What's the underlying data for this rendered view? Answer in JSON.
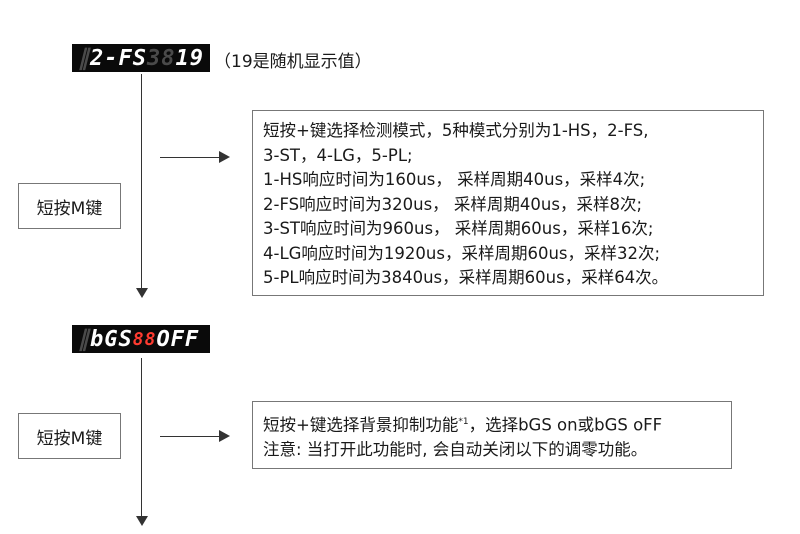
{
  "display1": {
    "segments": [
      {
        "text": "2-FS",
        "style": "on"
      },
      {
        "text": "38",
        "style": "dim"
      },
      {
        "text": "19",
        "style": "on"
      }
    ]
  },
  "display1_note": "（19是随机显示值）",
  "display2": {
    "segments": [
      {
        "text": "bGS",
        "style": "on"
      },
      {
        "text": "88",
        "style": "red"
      },
      {
        "text": "OFF",
        "style": "on"
      }
    ]
  },
  "button1_label": "短按M键",
  "button2_label": "短按M键",
  "description1": {
    "lines": [
      "短按+键选择检测模式，5种模式分别为1-HS，2-FS,",
      "3-ST，4-LG，5-PL;",
      "1-HS响应时间为160us， 采样周期40us，采样4次;",
      "2-FS响应时间为320us， 采样周期40us，采样8次;",
      "3-ST响应时间为960us， 采样周期60us，采样16次;",
      "4-LG响应时间为1920us，采样周期60us，采样32次;",
      "5-PL响应时间为3840us，采样周期60us，采样64次。"
    ]
  },
  "description2": {
    "line1_text": "短按+键选择背景抑制功能",
    "line1_sup": "*1",
    "line1_rest": "，选择bGS on或bGS oFF",
    "line2": "注意: 当打开此功能时, 会自动关闭以下的调零功能。"
  }
}
